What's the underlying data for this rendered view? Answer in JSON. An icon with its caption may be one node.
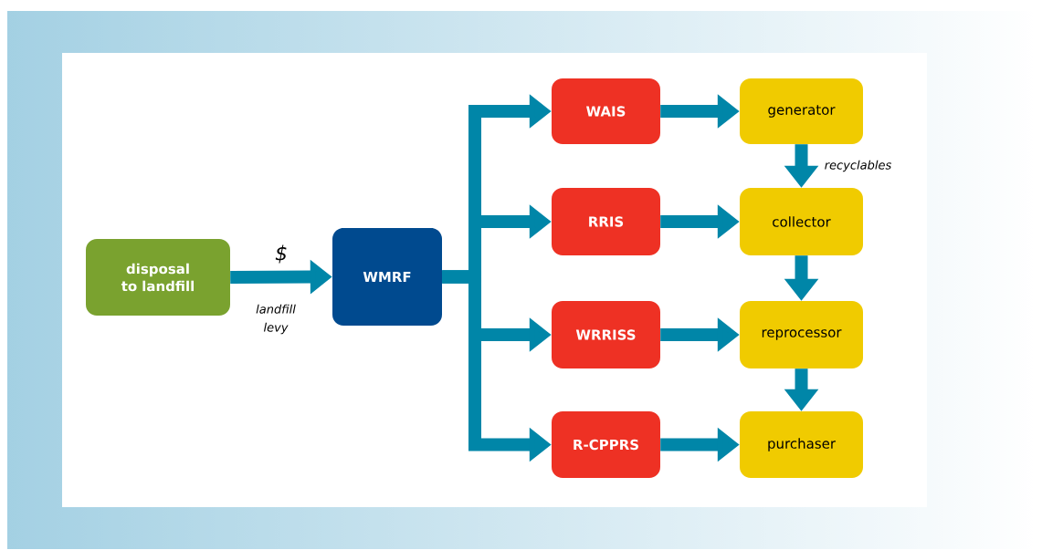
{
  "diagram": {
    "nodes": [
      {
        "text": [
          "disposal to landfill"
        ]
      },
      {
        "text": [
          "WMRF"
        ]
      },
      {
        "text": [
          "WAIS"
        ]
      },
      {
        "text": [
          "RRIS"
        ]
      },
      {
        "text": [
          "WRRISS"
        ]
      },
      {
        "text": [
          "R-CPPRS"
        ]
      },
      {
        "text": [
          "generator"
        ]
      },
      {
        "text": [
          "collector"
        ]
      },
      {
        "text": [
          "reprocessor"
        ]
      },
      {
        "text": [
          "purchaser"
        ]
      }
    ],
    "edges": [
      {
        "from": 0,
        "to": 1,
        "arrow": "to",
        "label": "$"
      },
      {
        "from": 1,
        "to": 2,
        "arrow": "to"
      },
      {
        "from": 1,
        "to": 3,
        "arrow": "to"
      },
      {
        "from": 1,
        "to": 4,
        "arrow": "to"
      },
      {
        "from": 1,
        "to": 5,
        "arrow": "to"
      },
      {
        "from": 2,
        "to": 6,
        "arrow": "to"
      },
      {
        "from": 3,
        "to": 7,
        "arrow": "to"
      },
      {
        "from": 4,
        "to": 8,
        "arrow": "to"
      },
      {
        "from": 5,
        "to": 9,
        "arrow": "to"
      },
      {
        "from": 6,
        "to": 7,
        "arrow": "to",
        "label": "recyclables"
      },
      {
        "from": 7,
        "to": 8,
        "arrow": "to"
      },
      {
        "from": 8,
        "to": 9,
        "arrow": "to"
      }
    ],
    "labels": [
      "landfill levy"
    ]
  }
}
